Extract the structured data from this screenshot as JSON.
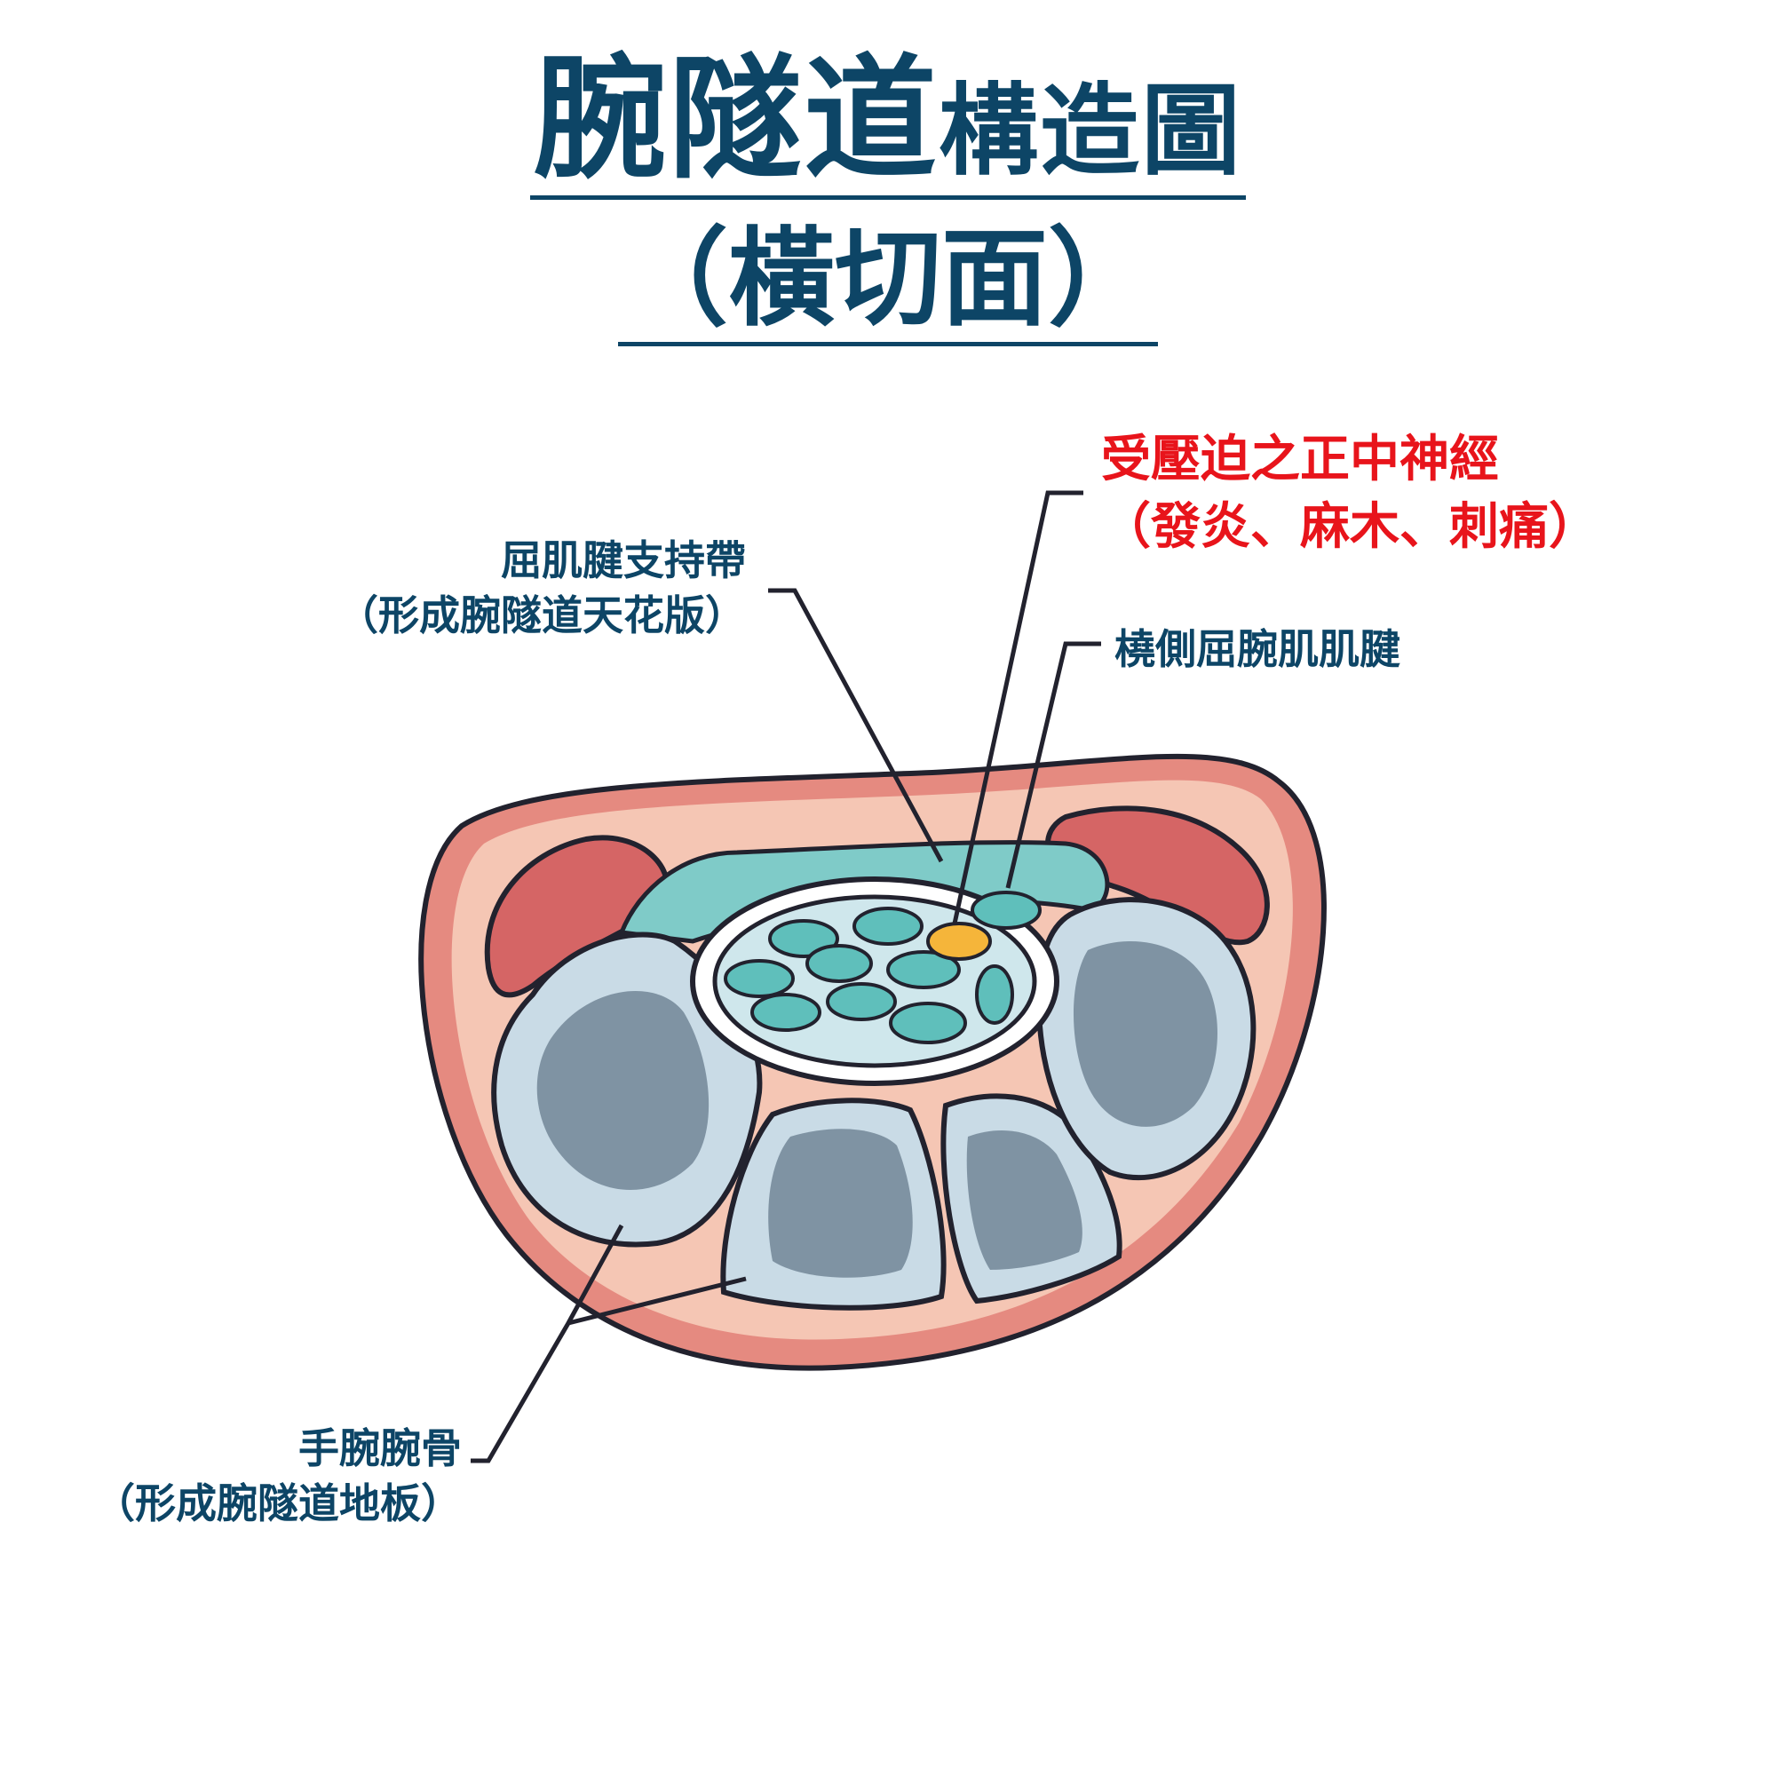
{
  "title": {
    "main": "腕隧道",
    "sub": "構造圖",
    "line2": "（橫切面）"
  },
  "labels": {
    "retinaculum": {
      "line1": "屈肌腱支持帶",
      "line2": "（形成腕隧道天花版）"
    },
    "median_nerve": {
      "line1": "受壓迫之正中神經",
      "line2": "（發炎、麻木、刺痛）"
    },
    "fcr_tendon": {
      "line1": "橈側屈腕肌肌腱"
    },
    "carpal_bones": {
      "line1": "手腕腕骨",
      "line2": "（形成腕隧道地板）"
    }
  },
  "colors": {
    "title": "#0d4566",
    "highlight": "#e8141b",
    "skin": "#f5c6b4",
    "skin_edge": "#e58a80",
    "muscle": "#d56565",
    "ligament": "#7fcbc8",
    "tendon": "#5fbfbb",
    "nerve": "#f5b53a",
    "bone": "#c9dbe6",
    "bone_core": "#7f93a3"
  }
}
